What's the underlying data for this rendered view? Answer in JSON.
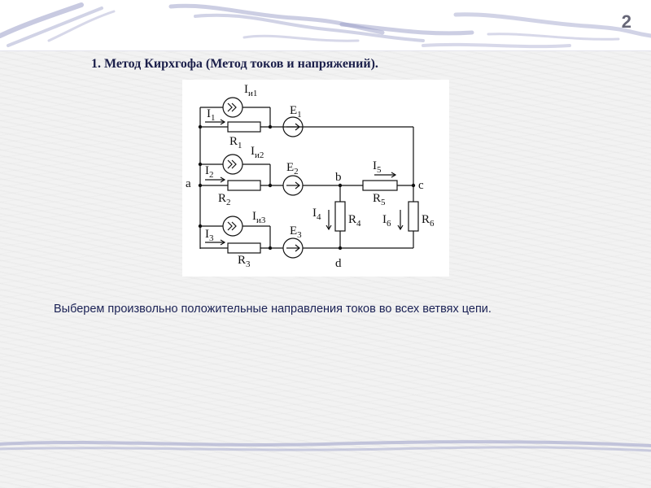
{
  "slide": {
    "page_number": "2",
    "heading": "1.  Метод Кирхгофа (Метод токов и напряжений).",
    "caption": "Выберем произвольно положительные направления токов во всех ветвях цепи.",
    "colors": {
      "heading": "#1b1f4a",
      "caption": "#1b2255",
      "wave": "#9a9ec8"
    }
  },
  "circuit": {
    "labels": {
      "Ik1": "I",
      "Ik1_sub": "и1",
      "Ik2": "I",
      "Ik2_sub": "и2",
      "Ik3": "I",
      "Ik3_sub": "и3",
      "I1": "I",
      "I1_sub": "1",
      "I2": "I",
      "I2_sub": "2",
      "I3": "I",
      "I3_sub": "3",
      "I4": "I",
      "I4_sub": "4",
      "I5": "I",
      "I5_sub": "5",
      "I6": "I",
      "I6_sub": "6",
      "R1": "R",
      "R1_sub": "1",
      "R2": "R",
      "R2_sub": "2",
      "R3": "R",
      "R3_sub": "3",
      "R4": "R",
      "R4_sub": "4",
      "R5": "R",
      "R5_sub": "5",
      "R6": "R",
      "R6_sub": "6",
      "E1": "E",
      "E1_sub": "1",
      "E2": "E",
      "E2_sub": "2",
      "E3": "E",
      "E3_sub": "3",
      "node_a": "a",
      "node_b": "b",
      "node_c": "c",
      "node_d": "d"
    }
  }
}
